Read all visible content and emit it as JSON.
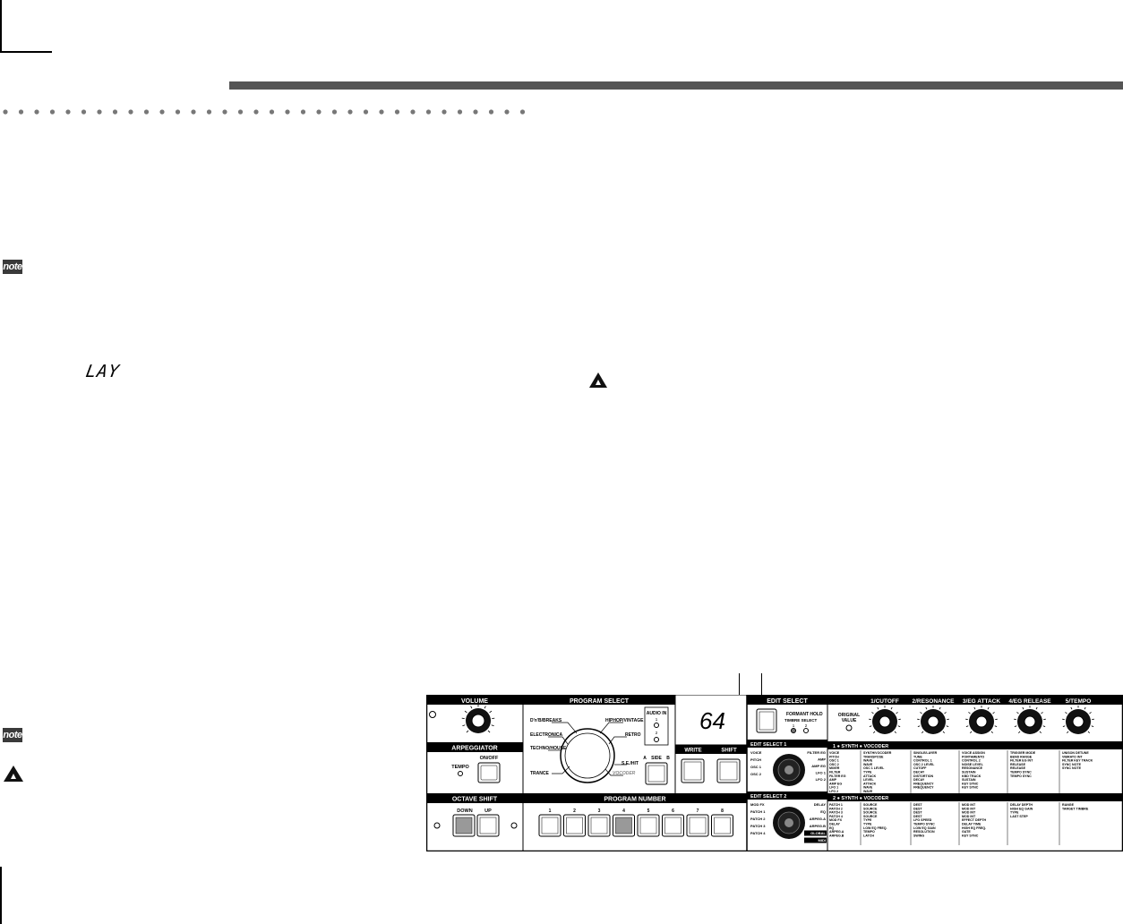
{
  "page": {
    "lay_display": "LAY",
    "note_icon_label": "note",
    "caution_icon": "caution-icon"
  },
  "panel": {
    "volume_label": "VOLUME",
    "arpeggiator_label": "ARPEGGIATOR",
    "tempo_label": "TEMPO",
    "on_off_label": "ON/OFF",
    "octave_shift_label": "OCTAVE SHIFT",
    "down_label": "DOWN",
    "up_label": "UP",
    "program_select_label": "PROGRAM SELECT",
    "genres": [
      "D'n'B/BREAKS",
      "ELECTRONICA",
      "TECHNO/HOUSE",
      "TRANCE",
      "HIPHOP/VINTAGE",
      "RETRO",
      "S.E./HIT",
      "VOCODER"
    ],
    "audio_in_label": "AUDIO IN",
    "audio_in_1": "1",
    "audio_in_2": "2",
    "bank_labels": [
      "A",
      "SIDE",
      "B"
    ],
    "display_value": "64",
    "write_label": "WRITE",
    "shift_label": "SHIFT",
    "program_number_label": "PROGRAM NUMBER",
    "program_numbers": [
      "1",
      "2",
      "3",
      "4",
      "5",
      "6",
      "7",
      "8"
    ],
    "edit_select_label": "EDIT SELECT",
    "formant_hold_label": "FORMANT HOLD",
    "timbre_select_label": "TIMBRE SELECT",
    "timbre_1": "1",
    "timbre_2": "2",
    "edit_select_1_label": "EDIT SELECT 1",
    "edit_select_2_label": "EDIT SELECT 2",
    "original_value_label": "ORIGINAL VALUE",
    "knob_labels": [
      "1/CUTOFF",
      "2/RESONANCE",
      "3/EG ATTACK",
      "4/EG RELEASE",
      "5/TEMPO"
    ],
    "synth_row_label": "1 ● SYNTH ● VOCODER",
    "synth_row_label_2": "2 ● SYNTH ● VOCODER",
    "edit1_left": [
      "VOICE",
      "PITCH",
      "OSC 1",
      "OSC 2",
      "MIXER",
      "FILTER",
      "FILTER EG",
      "AMP",
      "AMP EG",
      "LFO 1",
      "LFO 2"
    ],
    "edit1_right": [
      "FILTER EG",
      "AMP",
      "AMP EG",
      "LFO 1",
      "LFO 2"
    ],
    "edit1_top": [
      "MIXER",
      "FILTER"
    ],
    "edit2_left": [
      "MOD FX",
      "PATCH 1",
      "PATCH 2",
      "PATCH 3",
      "PATCH 4"
    ],
    "edit2_right": [
      "DELAY",
      "EQ",
      "ARPEG.A",
      "ARPEG.B",
      "GLOBAL",
      "MIDI"
    ],
    "param_col_1": [
      "VOICE",
      "PITCH",
      "OSC 1",
      "OSC 2",
      "MIXER",
      "FILTER",
      "FILTER EG",
      "AMP",
      "AMP EG",
      "LFO 1",
      "LFO 2"
    ],
    "param_col_2": [
      "SYNTH/VOCODER",
      "TRANSPOSE",
      "WAVE",
      "WAVE",
      "OSC 1 LEVEL",
      "TYPE",
      "ATTACK",
      "LEVEL",
      "ATTACK",
      "WAVE",
      "WAVE"
    ],
    "param_col_3": [
      "SINGLE/LAYER",
      "TUNE",
      "CONTROL 1",
      "OSC 2 LEVEL",
      "CUTOFF",
      "DECAY",
      "DISTORTION",
      "DECAY",
      "FREQUENCY",
      "FREQUENCY"
    ],
    "param_col_4": [
      "VOICE ASSIGN",
      "PORTAMENTO",
      "CONTROL 2",
      "NOISE LEVEL",
      "RESONANCE",
      "SUSTAIN",
      "KBD TRACK",
      "SUSTAIN",
      "KEY SYNC",
      "KEY SYNC"
    ],
    "param_col_5": [
      "TRIGGER MODE",
      "BEND RANGE",
      "FILTER EG INT",
      "RELEASE",
      "RELEASE",
      "TEMPO SYNC",
      "TEMPO SYNC"
    ],
    "param_col_6": [
      "UNISON DETUNE",
      "VIBRATO INT",
      "FILTER KEY TRACK",
      "SYNC NOTE",
      "SYNC NOTE"
    ],
    "param2_col_1": [
      "PATCH 1",
      "PATCH 2",
      "PATCH 3",
      "PATCH 4",
      "MOD FX",
      "DELAY",
      "EQ",
      "ARPEG.A",
      "ARPEG.B"
    ],
    "param2_col_2": [
      "SOURCE",
      "SOURCE",
      "SOURCE",
      "SOURCE",
      "TYPE",
      "TYPE",
      "LOW EQ FREQ.",
      "TEMPO",
      "LATCH"
    ],
    "param2_col_3": [
      "DEST",
      "DEST",
      "DEST",
      "DEST",
      "LFO SPEED",
      "TEMPO SYNC",
      "LOW EQ GAIN",
      "RESOLUTION",
      "SWING"
    ],
    "param2_col_4": [
      "MOD INT",
      "MOD INT",
      "MOD INT",
      "MOD INT",
      "EFFECT DEPTH",
      "DELAY TIME",
      "HIGH EQ FREQ.",
      "GATE",
      "KEY SYNC"
    ],
    "param2_col_5": [
      "DELAY DEPTH",
      "HIGH EQ GAIN",
      "TYPE",
      "LAST STEP"
    ],
    "param2_col_6": [
      "RANGE",
      "TARGET TIMBRE"
    ]
  }
}
